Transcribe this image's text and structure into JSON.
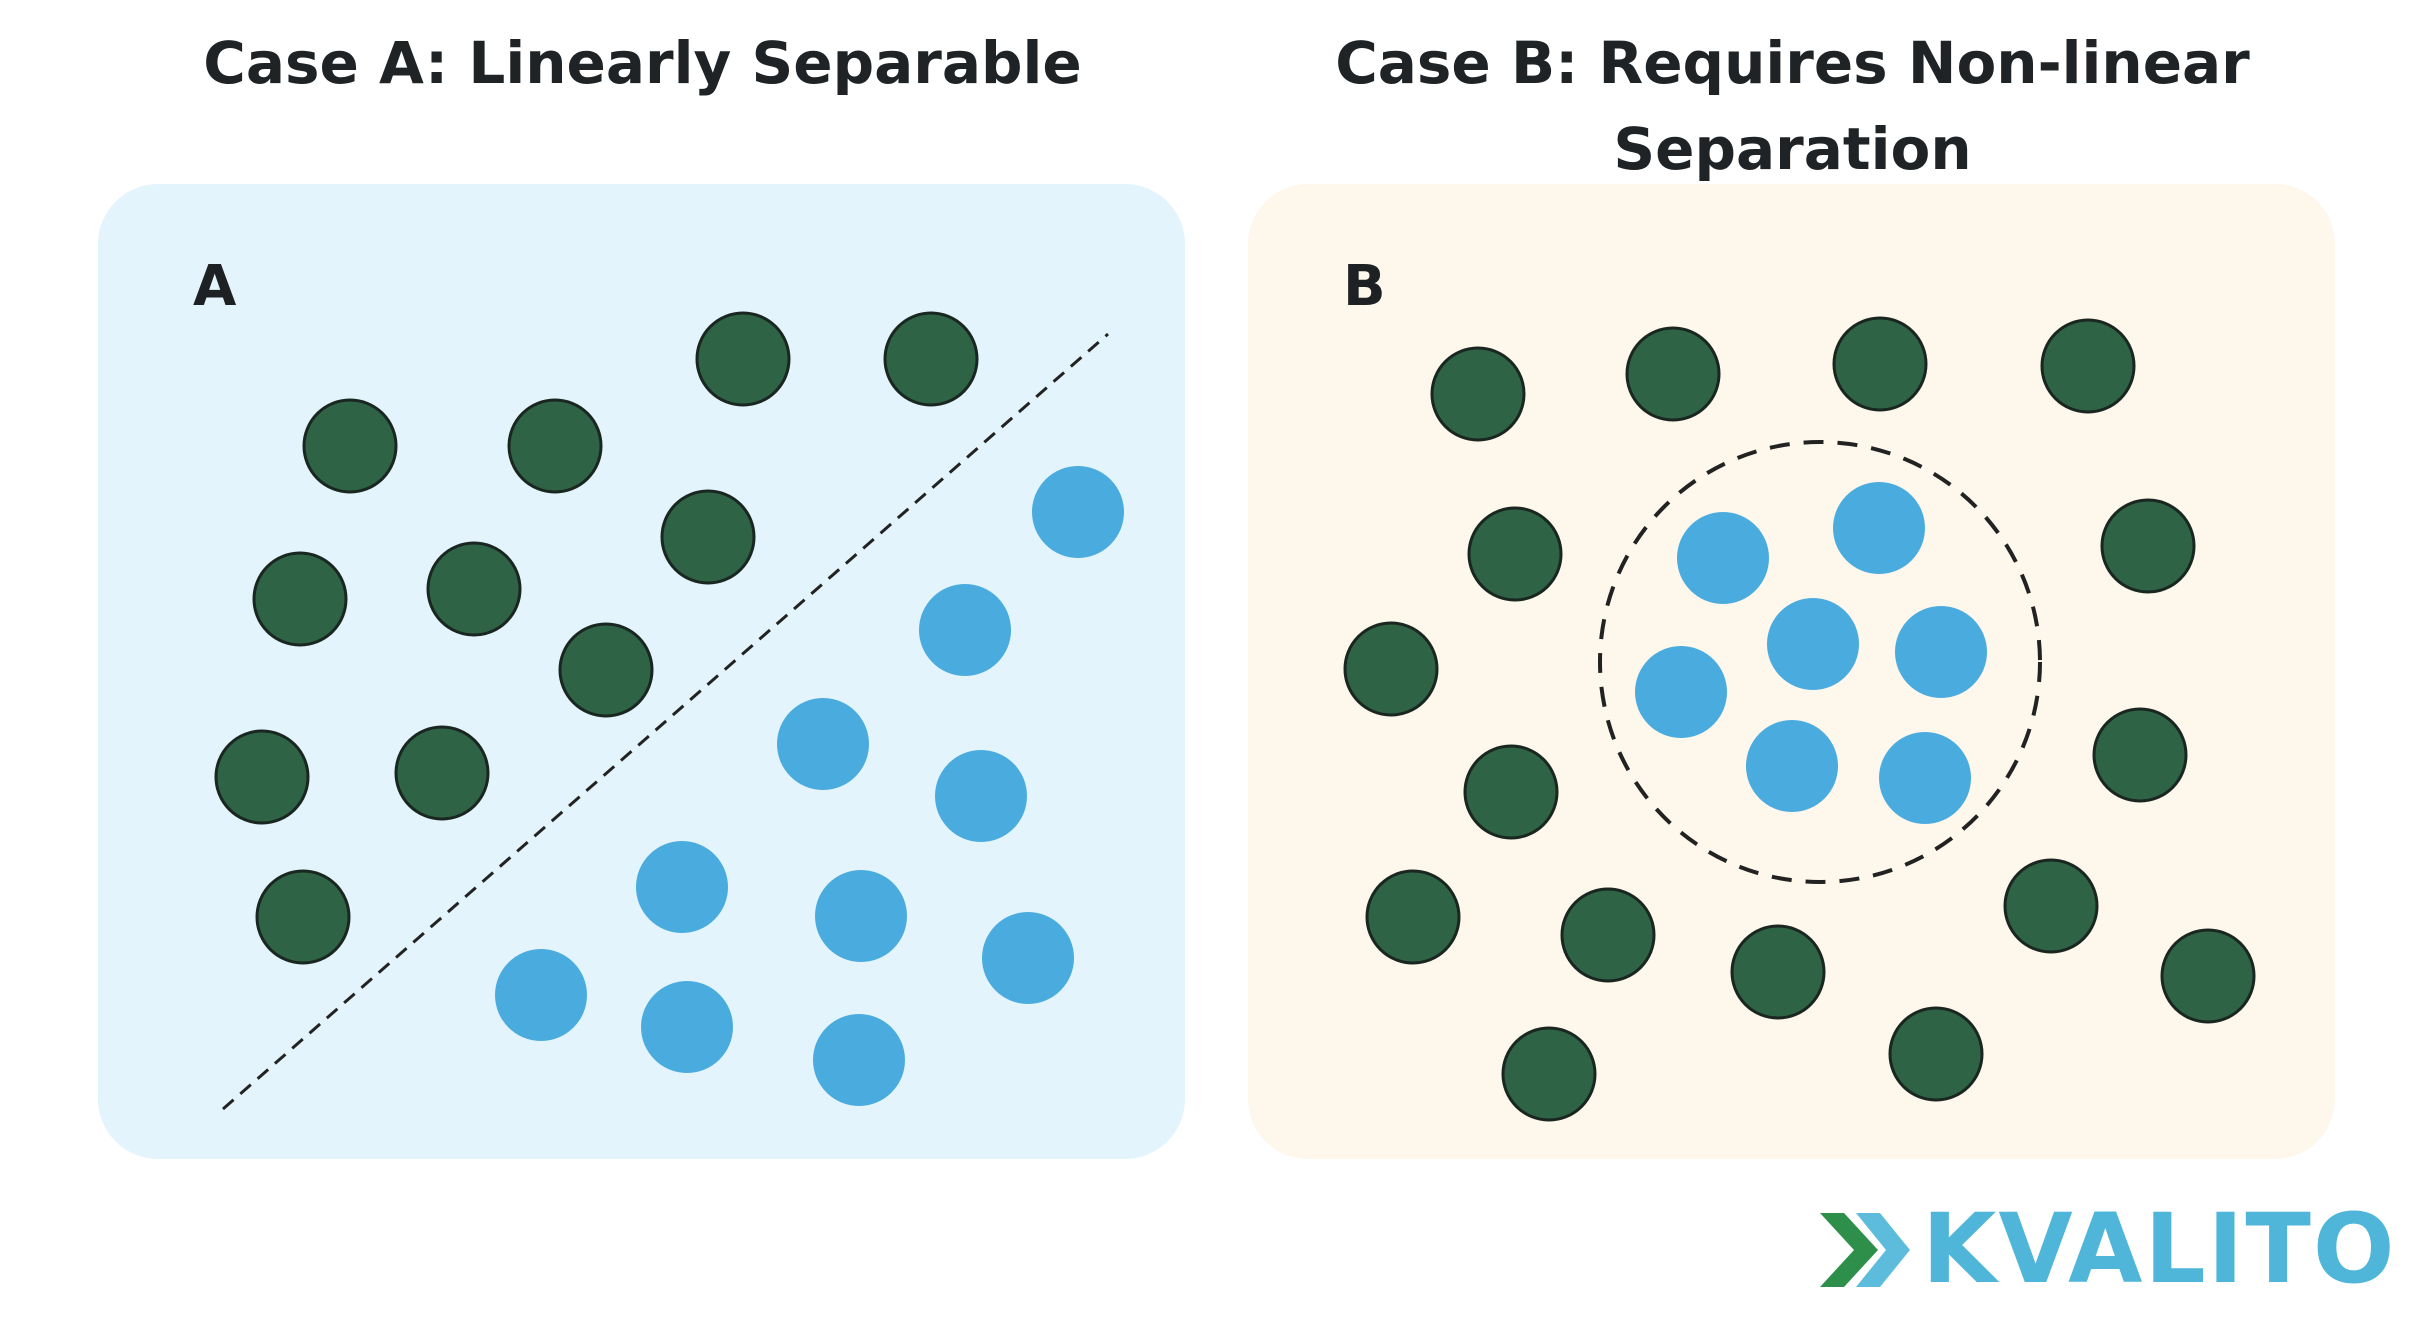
{
  "panel_a": {
    "title": "Case A: Linearly Separable",
    "label": "A",
    "colors": {
      "background": "#e3f4fc",
      "class_1": "#2e6346",
      "class_2": "#4aabde"
    }
  },
  "panel_b": {
    "title": "Case B: Requires Non-linear Separation",
    "label": "B",
    "colors": {
      "background": "#fdf7ec",
      "class_1": "#2e6346",
      "class_2": "#4aabde"
    }
  },
  "logo": {
    "text": "KVALITO",
    "colors": [
      "#2e8f4a",
      "#4fb6d9"
    ]
  }
}
